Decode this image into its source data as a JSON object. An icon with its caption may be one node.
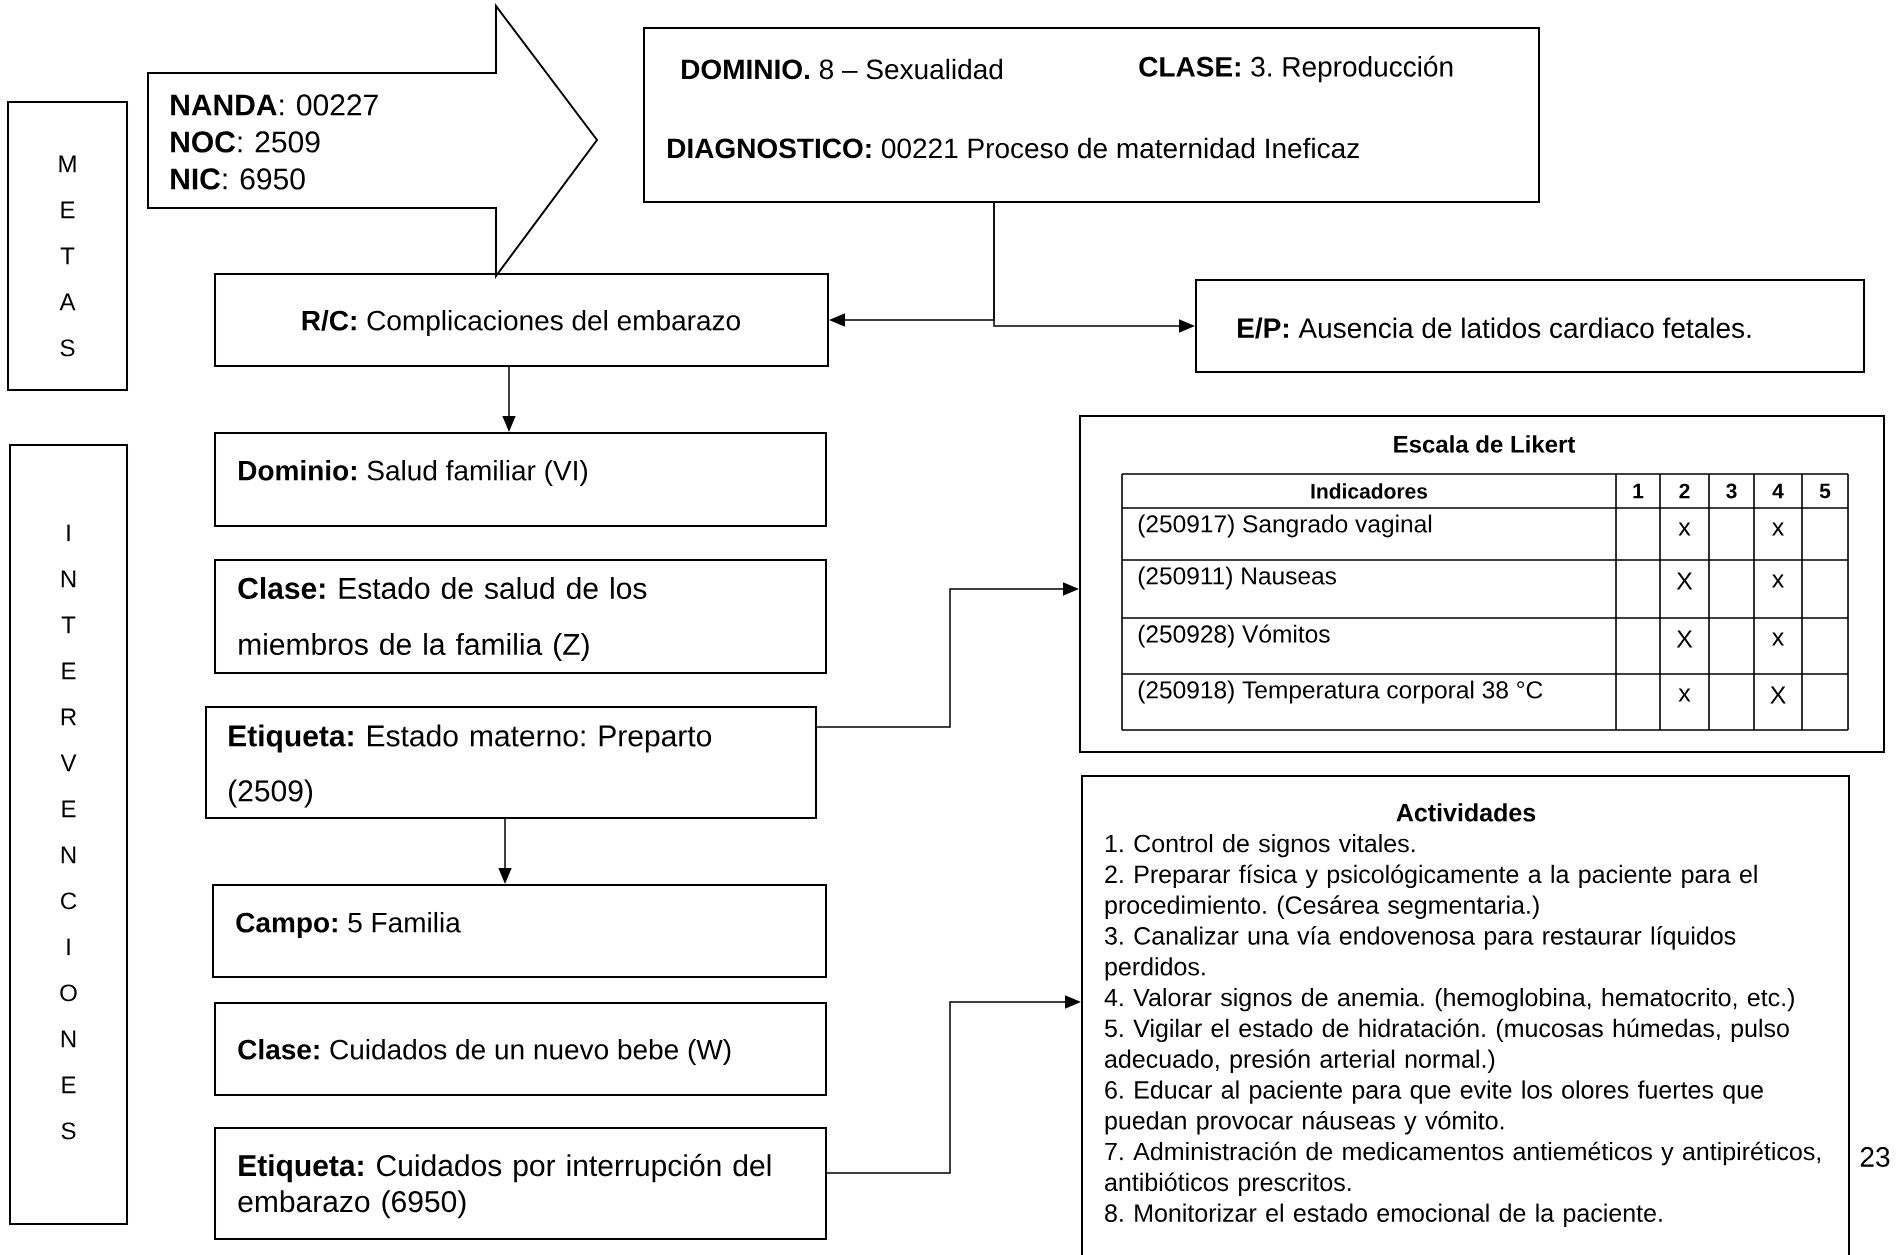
{
  "diagram": {
    "nodes": [
      {
        "text": [
          "M E T A S"
        ]
      },
      {
        "text": [
          "**NANDA**: 00227",
          "**NOC**: 2509",
          "**NIC**: 6950"
        ]
      },
      {
        "text": [
          "**DOMINIO.** 8 – Sexualidad",
          "**CLASE:** 3.   Reproducción",
          "**DIAGNOSTICO:** 00221 Proceso de maternidad Ineficaz"
        ]
      },
      {
        "text": [
          "**R/C:** Complicaciones del embarazo"
        ]
      },
      {
        "text": [
          "**E/P:** Ausencia de latidos cardiaco fetales."
        ]
      },
      {
        "text": [
          "I N T E R V E N C I O N E S"
        ]
      },
      {
        "text": [
          "**Dominio:** Salud familiar (VI)"
        ]
      },
      {
        "text": [
          "**Clase:** Estado de salud de los miembros de la familia (Z)"
        ]
      },
      {
        "text": [
          "**Etiqueta:** Estado materno: Preparto (2509)"
        ]
      },
      {
        "text": [
          "**Campo:** 5 Familia"
        ]
      },
      {
        "text": [
          "**Clase:** Cuidados de un nuevo bebe (W)"
        ]
      },
      {
        "text": [
          "**Etiqueta:** Cuidados por interrupción del embarazo (6950)"
        ]
      },
      {
        "text": [
          "Escala de Likert"
        ]
      },
      {
        "text": [
          "Actividades",
          "1. Control de signos vitales.",
          "2. Preparar física y psicológicamente a la paciente para el procedimiento. (Cesárea segmentaria.)",
          "3. Canalizar una vía endovenosa para restaurar líquidos perdidos.",
          "4. Valorar signos de anemia. (hemoglobina, hematocrito, etc.)",
          "5. Vigilar el estado de hidratación. (mucosas húmedas, pulso adecuado, presión arterial normal.)",
          "6. Educar al paciente para que evite los olores fuertes que puedan provocar náuseas y vómito.",
          "7. Administración de medicamentos antieméticos y antipiréticos, antibióticos prescritos.",
          "8. Monitorizar el estado emocional de la paciente."
        ]
      }
    ],
    "edges": [
      {
        "from": 2,
        "to": 3,
        "arrow": "to"
      },
      {
        "from": 2,
        "to": 4,
        "arrow": "to"
      },
      {
        "from": 3,
        "to": 6,
        "arrow": "to"
      },
      {
        "from": 8,
        "to": 9,
        "arrow": "to"
      },
      {
        "from": 8,
        "to": 12,
        "arrow": "to"
      },
      {
        "from": 11,
        "to": 13,
        "arrow": "to"
      }
    ],
    "labels": [
      "Indicadores",
      "1",
      "2",
      "3",
      "4",
      "5",
      "(250917) Sangrado vaginal",
      "x",
      "x",
      "(250911) Nauseas",
      "X",
      "x",
      "(250928) Vómitos",
      "X",
      "x",
      "(250918) Temperatura corporal 38 °C",
      "x",
      "X",
      "23"
    ]
  }
}
